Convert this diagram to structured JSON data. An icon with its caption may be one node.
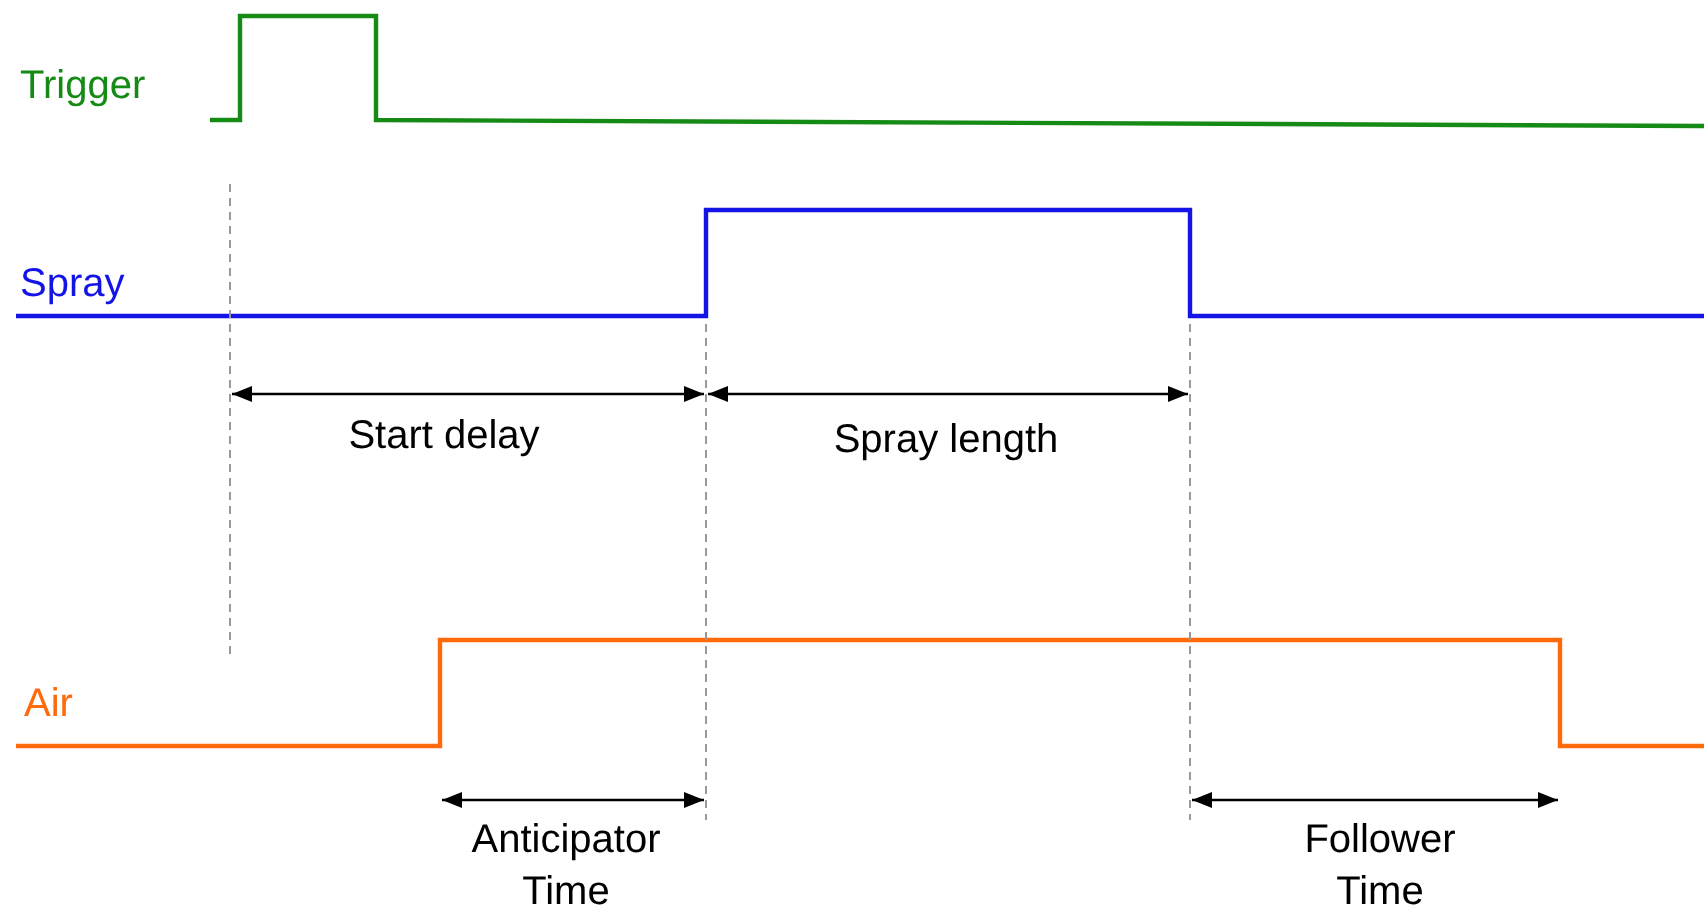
{
  "diagram": {
    "labels": [
      "Trigger",
      "Spray",
      "Start delay",
      "Spray length",
      "Air",
      "Anticipator Time",
      "Follower Time"
    ]
  }
}
